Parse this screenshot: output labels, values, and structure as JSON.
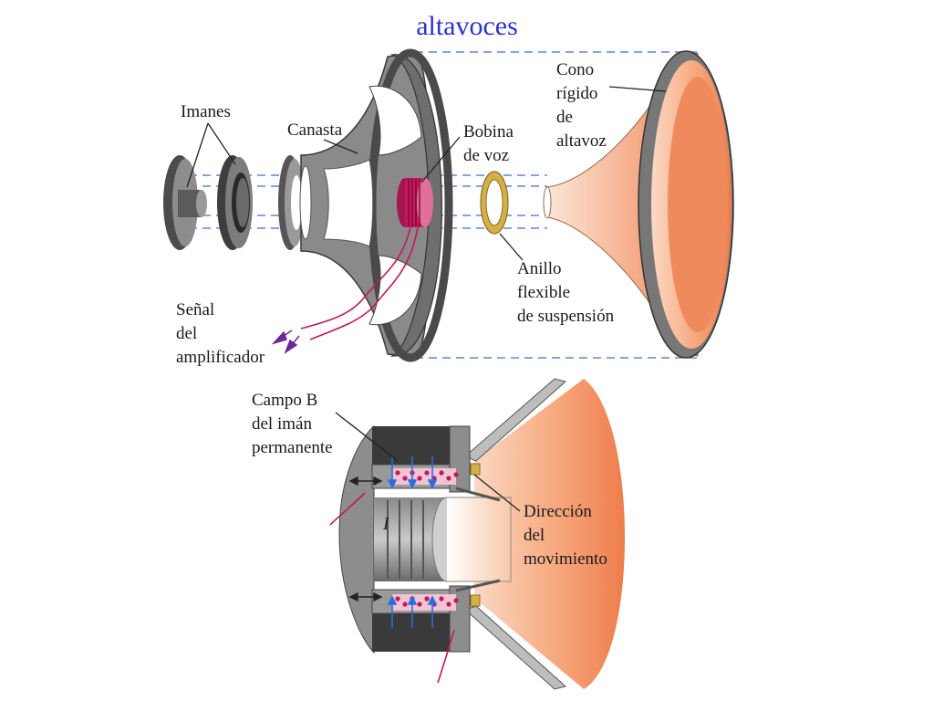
{
  "title": "altavoces",
  "labels": {
    "imanes": "Imanes",
    "canasta": "Canasta",
    "bobina": [
      "Bobina",
      "de voz"
    ],
    "cono": [
      "Cono",
      "rígido",
      "de",
      "altavoz"
    ],
    "anillo": [
      "Anillo",
      "flexible",
      "de suspensión"
    ],
    "senal": [
      "Señal",
      "del",
      "amplificador"
    ],
    "campo": [
      "Campo B",
      "del imán",
      "permanente"
    ],
    "direccion": [
      "Dirección",
      "del",
      "movimiento"
    ],
    "corriente": "I"
  }
}
